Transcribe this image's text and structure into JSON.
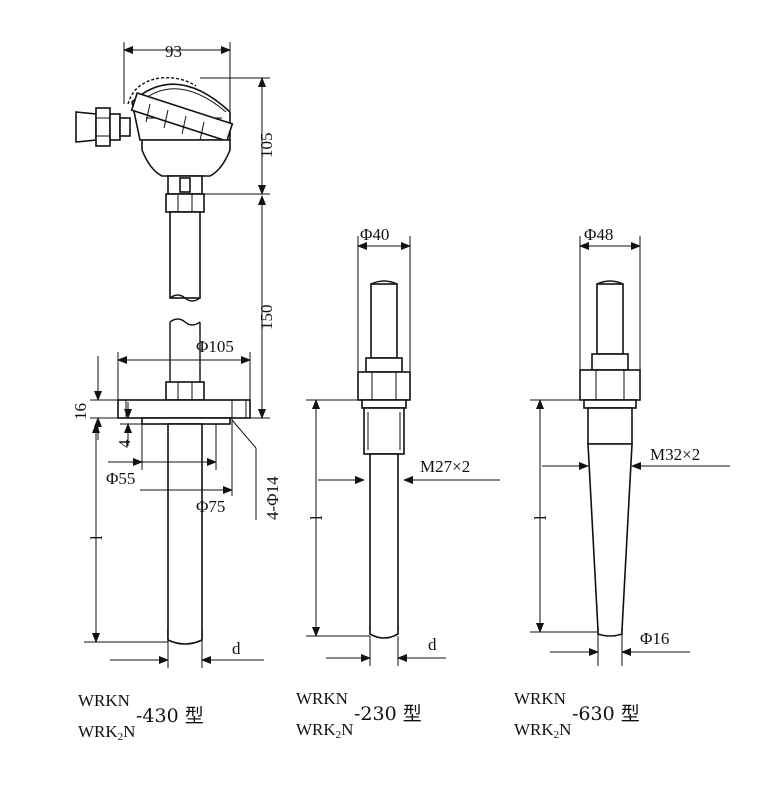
{
  "dimensions": {
    "head_width": "93",
    "head_height": "105",
    "neck_length": "150",
    "flange_dia": "Φ105",
    "flange_thickness": "16",
    "flange_step": "4",
    "tube_dia_55": "Φ55",
    "bolt_circle": "Φ75",
    "bolt_holes": "4-Φ14",
    "length_l": "l",
    "diameter_d": "d",
    "hex_dia_40": "Φ40",
    "thread_m27": "M27×2",
    "hex_dia_48": "Φ48",
    "thread_m32": "M32×2",
    "tip_dia_16": "Φ16"
  },
  "models": [
    {
      "line1": "WRKN",
      "line2_main": "WRK",
      "line2_sub": "2",
      "line2_end": "N",
      "suffix": "-430 型"
    },
    {
      "line1": "WRKN",
      "line2_main": "WRK",
      "line2_sub": "2",
      "line2_end": "N",
      "suffix": "-230 型"
    },
    {
      "line1": "WRKN",
      "line2_main": "WRK",
      "line2_sub": "2",
      "line2_end": "N",
      "suffix": "-630 型"
    }
  ],
  "icons": [
    "arrowhead",
    "junction-box",
    "hex-nut",
    "flange",
    "threaded-fitting"
  ]
}
